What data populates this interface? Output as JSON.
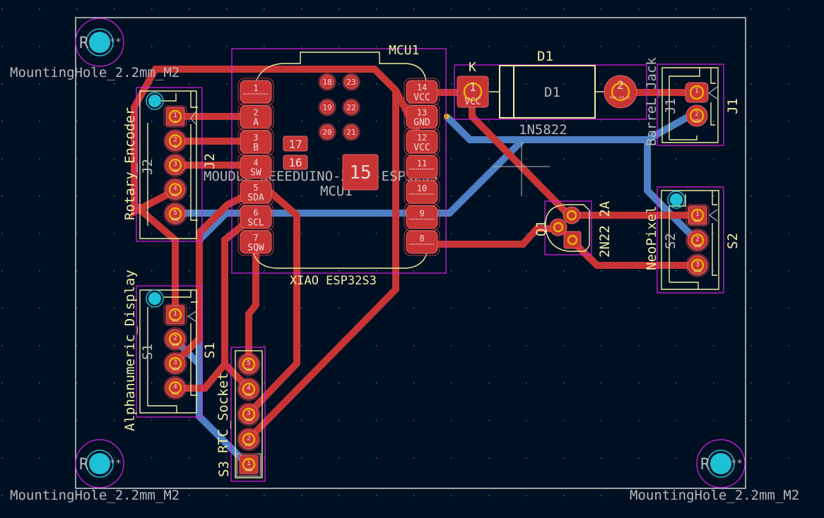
{
  "app": {
    "view": "PCB layout",
    "colors": {
      "background": "#001023",
      "front_copper": "#c83434",
      "back_copper": "#4d7fc4",
      "silkscreen": "#f2eda1",
      "courtyard": "#e020e0",
      "edge_cuts": "#d0d2cd",
      "npth_hole": "#1ec0d6",
      "drill_ring": "#e8b200"
    }
  },
  "mounting_holes": [
    {
      "ref": "REF**",
      "value": "MountingHole_2.2mm_M2",
      "ref_visible": "R",
      "star": "**"
    },
    {
      "ref": "REF**",
      "value": "MountingHole_2.2mm_M2",
      "ref_visible": "R",
      "star": "**"
    },
    {
      "ref": "REF**",
      "value": "MountingHole_2.2mm_M2",
      "ref_visible": "R",
      "star": "**"
    }
  ],
  "mcu": {
    "ref": "MCU1",
    "ref_fab": "MCU1",
    "value": "XIAO ESP32S3",
    "footprint_label": "MOUDLE-SEEEDUINO-XIAO-ESP32S3",
    "left_pads": [
      {
        "num": "1",
        "name": ""
      },
      {
        "num": "2",
        "name": "A"
      },
      {
        "num": "3",
        "name": "B"
      },
      {
        "num": "4",
        "name": "SW"
      },
      {
        "num": "5",
        "name": "SDA"
      },
      {
        "num": "6",
        "name": "SCL"
      },
      {
        "num": "7",
        "name": "SQW"
      }
    ],
    "right_pads": [
      {
        "num": "14",
        "name": "VCC"
      },
      {
        "num": "13",
        "name": "GND"
      },
      {
        "num": "12",
        "name": "VCC"
      },
      {
        "num": "11",
        "name": ""
      },
      {
        "num": "10",
        "name": ""
      },
      {
        "num": "9",
        "name": ""
      },
      {
        "num": "8",
        "name": ""
      }
    ],
    "inner_pads": [
      "18",
      "23",
      "19",
      "22",
      "20",
      "21"
    ],
    "smd_pads": [
      "17",
      "16",
      "15"
    ]
  },
  "diode": {
    "ref": "D1",
    "ref_fab": "D1",
    "value": "1N5822",
    "cathode_label": "K",
    "pad1": {
      "num": "1",
      "name": "VCC"
    },
    "pad2": {
      "num": "2",
      "name": "Net-(D1-A)"
    }
  },
  "barrel_jack": {
    "ref": "J1",
    "ref_fab": "J1",
    "value": "Barrel_Jack",
    "value_visible": "BarreL_Jack",
    "pins": [
      {
        "num": "1",
        "name": "Net-(D1-A)"
      },
      {
        "num": "2",
        "name": "GND"
      }
    ]
  },
  "rotary_encoder": {
    "ref": "J2",
    "ref_fab": "J2",
    "value": "Rotary_Encoder",
    "pins": [
      {
        "num": "1",
        "name": "A"
      },
      {
        "num": "2",
        "name": "B"
      },
      {
        "num": "3",
        "name": "SW"
      },
      {
        "num": "4",
        "name": "VCC"
      },
      {
        "num": "5",
        "name": "GND"
      }
    ]
  },
  "transistor": {
    "ref": "Q1",
    "value": "2N2222A",
    "value_visible": "2N22 2A"
  },
  "neopixel": {
    "ref": "S2",
    "ref_fab": "S2",
    "value": "NeoPixel",
    "value_visible": "NeoPixel",
    "pins": [
      {
        "num": "1",
        "name": "VCC"
      },
      {
        "num": "2",
        "name": "GND"
      },
      {
        "num": "3",
        "name": "DIN"
      }
    ]
  },
  "display": {
    "ref": "S1",
    "ref_fab": "S1",
    "value": "Alphanumeric_Display",
    "pins": [
      {
        "num": "1",
        "name": "VCC"
      },
      {
        "num": "2",
        "name": "GND"
      },
      {
        "num": "3",
        "name": "SDA"
      },
      {
        "num": "4",
        "name": "SCL"
      }
    ]
  },
  "rtc": {
    "ref": "S3",
    "value": "RTC_Socket",
    "pins": [
      {
        "num": "5",
        "name": "SQW"
      },
      {
        "num": "4",
        "name": "SCL"
      },
      {
        "num": "3",
        "name": "SDA"
      },
      {
        "num": "2",
        "name": "VCC"
      },
      {
        "num": "1",
        "name": "GND"
      }
    ]
  }
}
